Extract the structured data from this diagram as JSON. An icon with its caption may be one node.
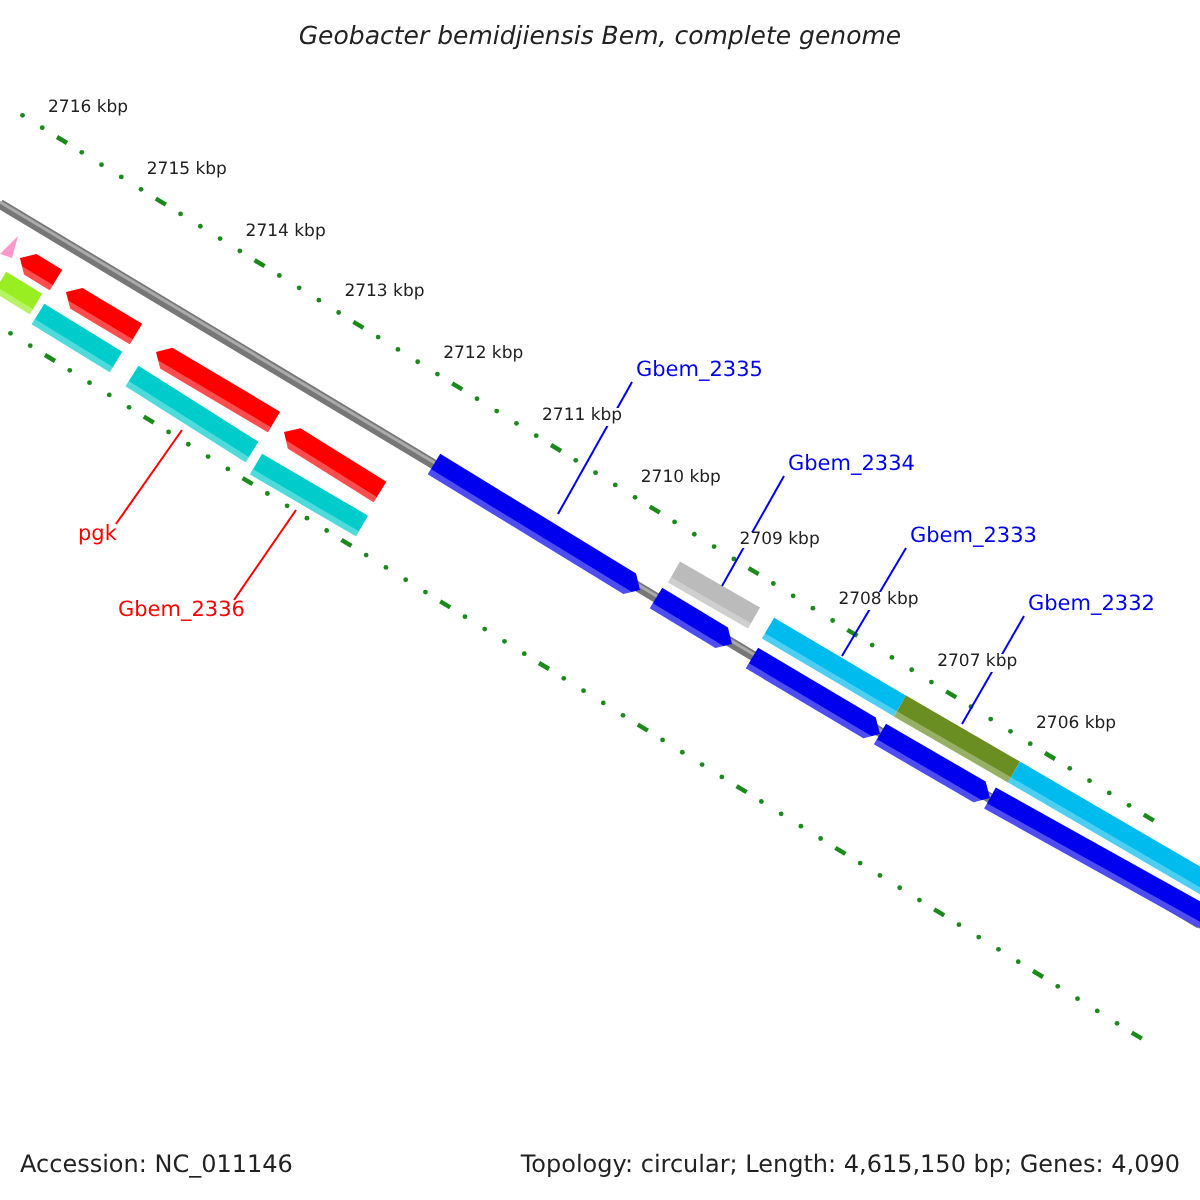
{
  "diagram": {
    "title": "Geobacter bemidjiensis Bem, complete genome",
    "nodes": [
      {
        "text": [
          "Gbem_2335"
        ]
      },
      {
        "text": [
          "Gbem_2334"
        ]
      },
      {
        "text": [
          "Gbem_2333"
        ]
      },
      {
        "text": [
          "Gbem_2332"
        ]
      },
      {
        "text": [
          "pgk"
        ]
      },
      {
        "text": [
          "Gbem_2336"
        ]
      },
      {
        "text": [],
        "shape": "triangle"
      },
      {
        "text": [],
        "shape": "bar"
      },
      {
        "text": [],
        "shape": "bar"
      },
      {
        "text": [],
        "shape": "bar"
      },
      {
        "text": [],
        "shape": "bar"
      },
      {
        "text": [],
        "shape": "bar"
      },
      {
        "text": [],
        "shape": "bar"
      },
      {
        "text": [],
        "shape": "bar"
      },
      {
        "text": [],
        "shape": "bar"
      },
      {
        "text": [],
        "shape": "bar"
      },
      {
        "text": [],
        "shape": "bar"
      },
      {
        "text": [],
        "shape": "bar"
      },
      {
        "text": [],
        "shape": "bar"
      },
      {
        "text": [],
        "shape": "bar"
      },
      {
        "text": [],
        "shape": "bar"
      },
      {
        "text": [],
        "shape": "bar"
      },
      {
        "text": [],
        "shape": "bar"
      },
      {
        "text": [],
        "shape": "bar"
      }
    ],
    "edges": [
      {
        "from": 0,
        "to": 15,
        "arrow": "none"
      },
      {
        "from": 1,
        "to": 17,
        "arrow": "none"
      },
      {
        "from": 2,
        "to": 19,
        "arrow": "none"
      },
      {
        "from": 3,
        "to": 21,
        "arrow": "none"
      },
      {
        "from": 4,
        "to": 11,
        "arrow": "none",
        "color": "#ff0000"
      },
      {
        "from": 5,
        "to": 13,
        "arrow": "none",
        "color": "#ff0000"
      }
    ],
    "labels": [
      "2716 kbp",
      "2715 kbp",
      "2714 kbp",
      "2713 kbp",
      "2712 kbp",
      "2711 kbp",
      "2710 kbp",
      "2709 kbp",
      "2708 kbp",
      "2707 kbp",
      "2706 kbp",
      "Accession: NC_011146",
      "Topology: circular; Length: 4,615,150 bp; Genes: 4,090"
    ]
  }
}
